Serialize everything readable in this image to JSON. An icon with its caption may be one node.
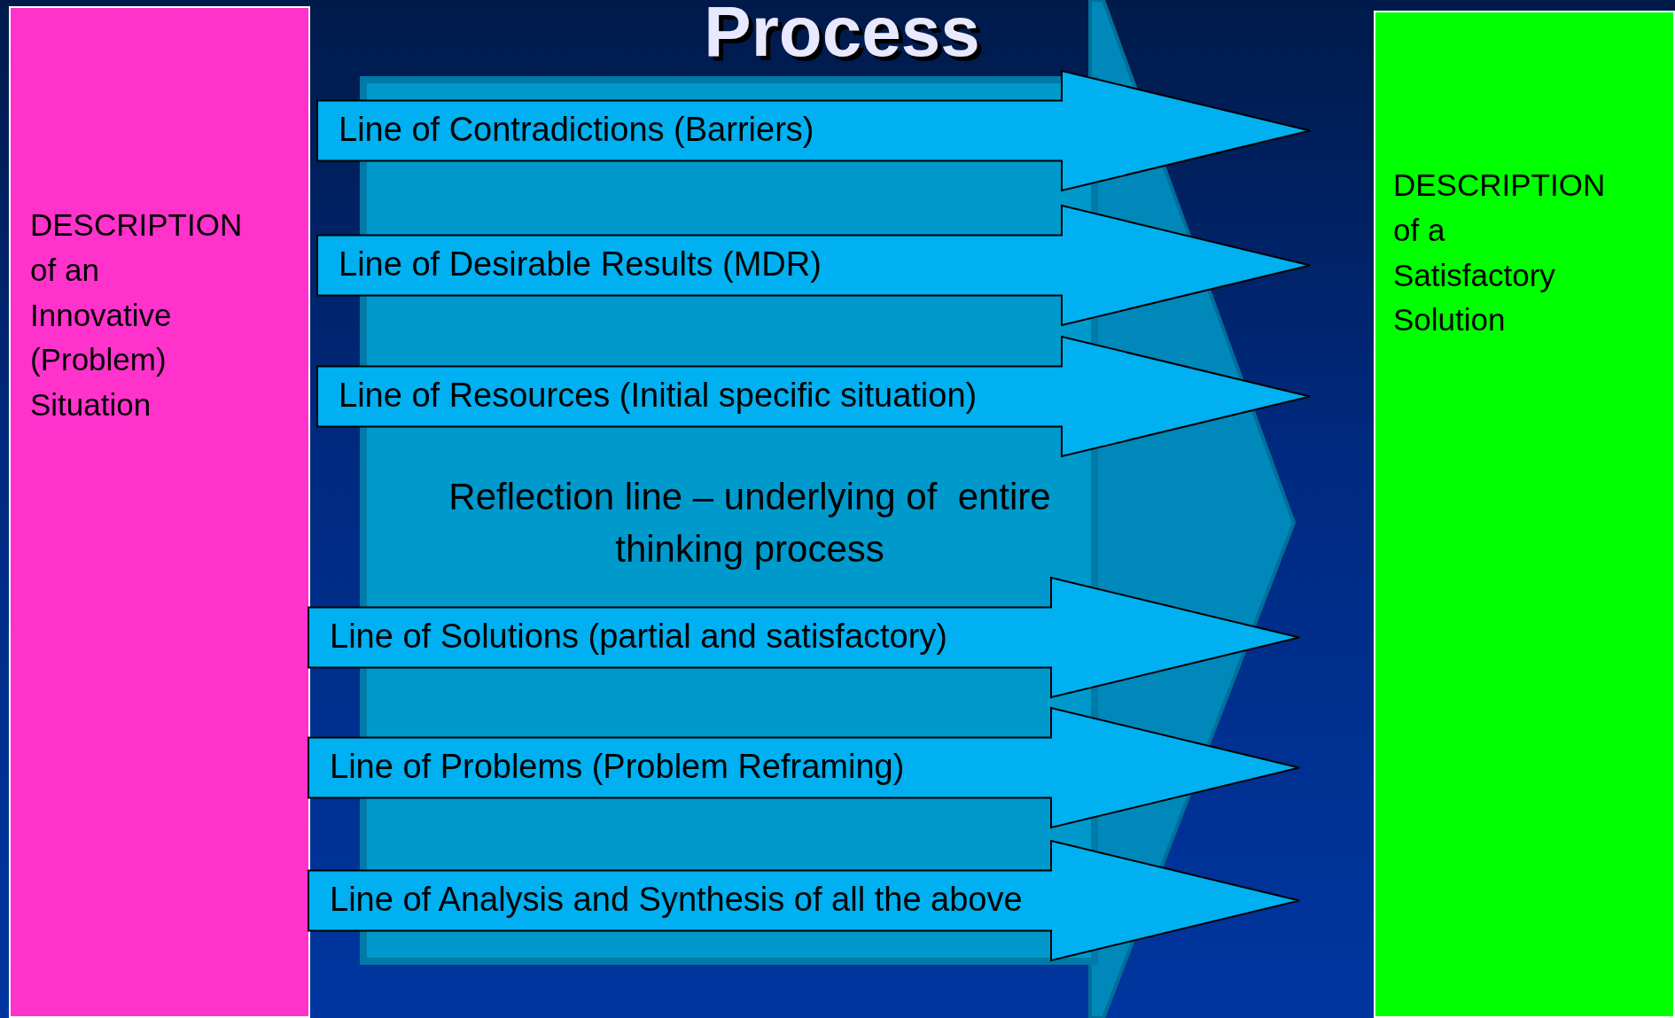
{
  "diagram": {
    "title": "Process",
    "nodes": [
      {
        "text": [
          "DESCRIPTION of an Innovative (Problem) Situation"
        ]
      },
      {
        "text": [
          "Reflection line – underlying of  entire thinking process"
        ]
      },
      {
        "text": [
          "Line of Contradictions (Barriers)"
        ]
      },
      {
        "text": [
          "Line of Desirable Results (MDR)"
        ]
      },
      {
        "text": [
          "Line of Resources (Initial specific situation)"
        ]
      },
      {
        "text": [
          "Line of Solutions  (partial and satisfactory)"
        ]
      },
      {
        "text": [
          "Line of Problems (Problem Reframing)"
        ]
      },
      {
        "text": [
          "Line of Analysis and Synthesis of all the above"
        ]
      },
      {
        "text": [
          "DESCRIPTION of a Satisfactory Solution"
        ]
      }
    ]
  }
}
